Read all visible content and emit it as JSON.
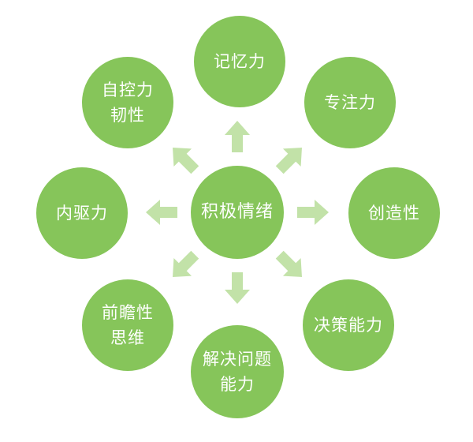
{
  "colors": {
    "circle": "#86c55a",
    "arrow": "#c2e2a8",
    "text": "#ffffff",
    "background": "#ffffff"
  },
  "center": {
    "label": "积极情绪"
  },
  "nodes": [
    {
      "id": "memory",
      "label": "记忆力"
    },
    {
      "id": "focus",
      "label": "专注力"
    },
    {
      "id": "creativity",
      "label": "创造性"
    },
    {
      "id": "decision",
      "label": "决策能力"
    },
    {
      "id": "problem-solving",
      "label": "解决问题\n能力"
    },
    {
      "id": "foresight",
      "label": "前瞻性\n思维"
    },
    {
      "id": "drive",
      "label": "内驱力"
    },
    {
      "id": "self-control",
      "label": "自控力\n韧性"
    }
  ]
}
